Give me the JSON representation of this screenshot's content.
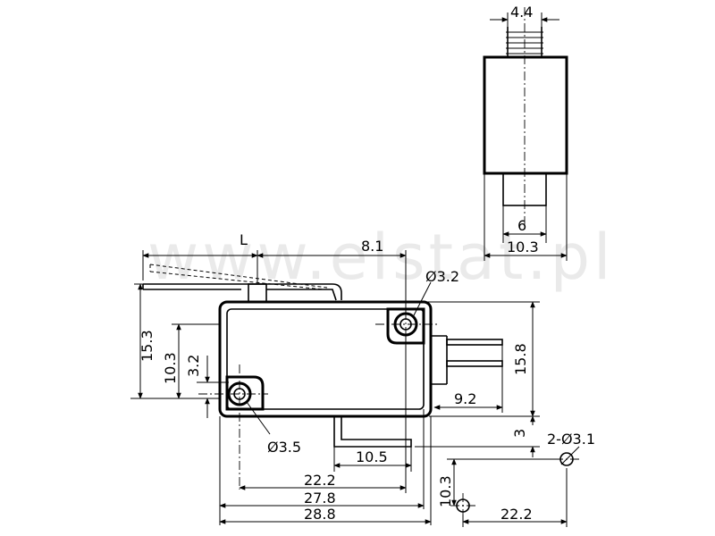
{
  "watermark": "www.elstat.pl",
  "dimensions": {
    "top_width": "4.4",
    "top_stem": "6",
    "top_body": "10.3",
    "lever_length": "L",
    "lever_offset": "8.1",
    "mount_hole_top": "Ø3.2",
    "mount_hole_bottom": "Ø3.5",
    "height_total": "15.3",
    "height_holes": "10.3",
    "height_low": "3.2",
    "height_right": "15.8",
    "terminal_len": "9.2",
    "terminal_gap": "3",
    "terminal_width": "10.5",
    "hole_spacing": "22.2",
    "body_inner": "27.8",
    "body_outer": "28.8",
    "pcb_holes": "2-Ø3.1",
    "pcb_vertical": "10.3",
    "pcb_horizontal": "22.2"
  }
}
